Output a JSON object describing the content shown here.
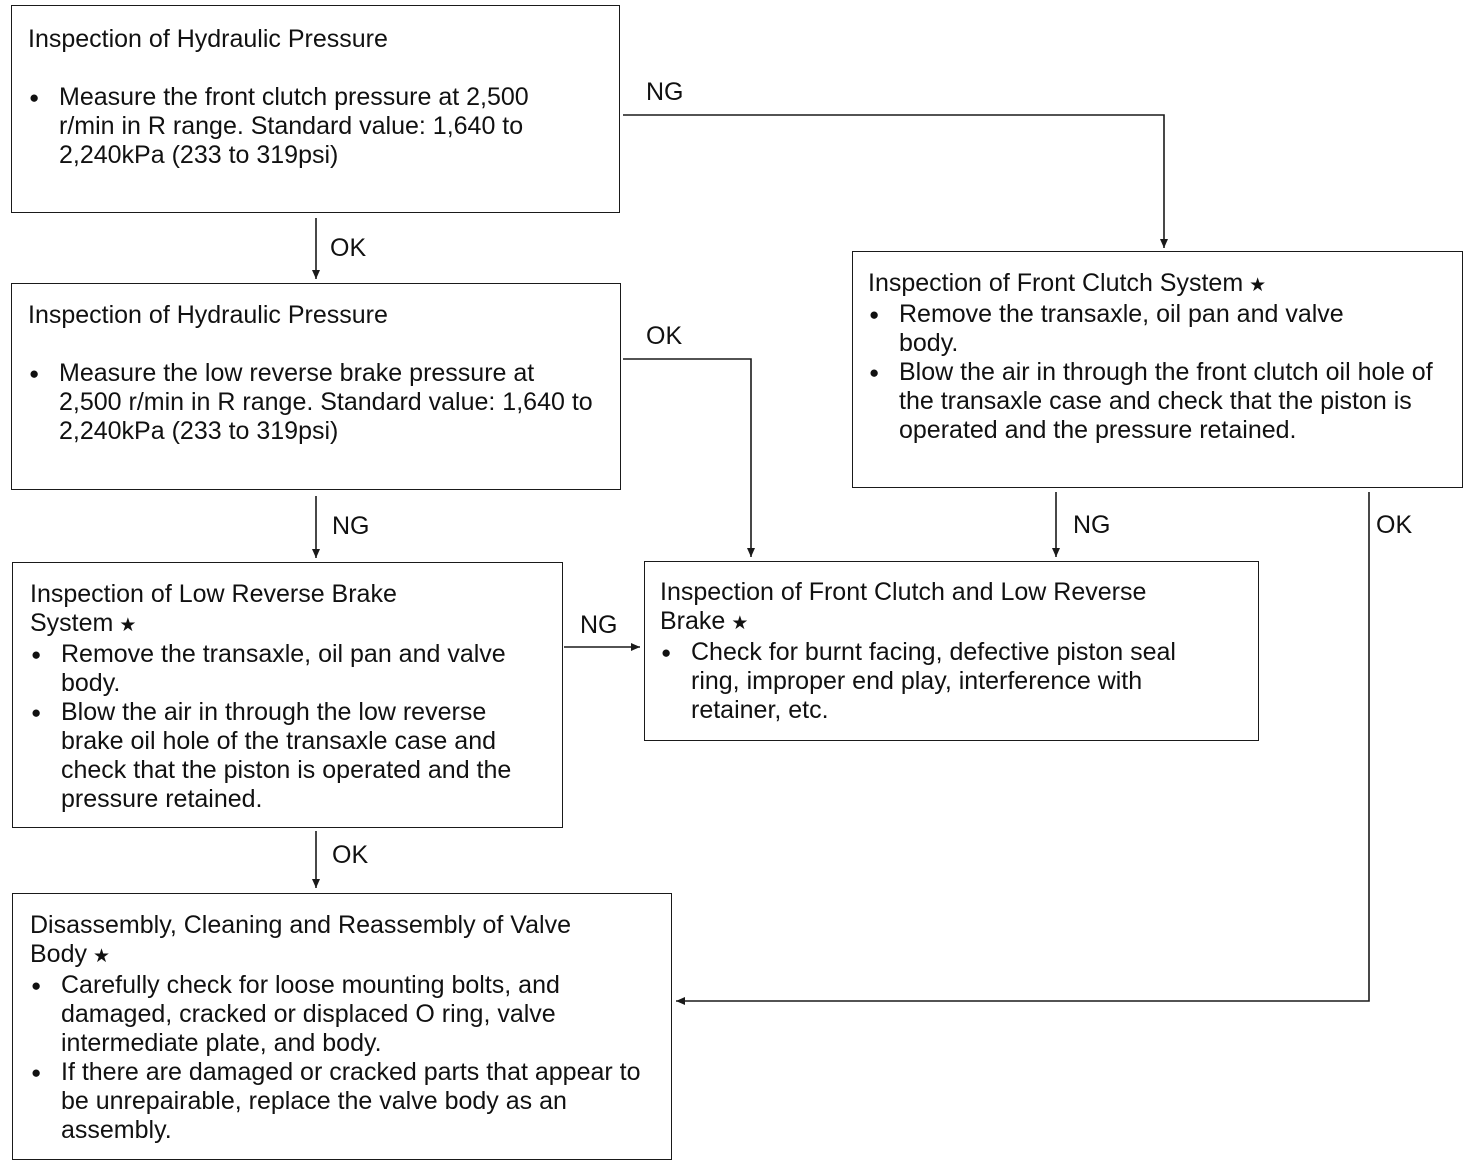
{
  "boxes": {
    "b1": {
      "title": "Inspection of Hydraulic Pressure",
      "items": [
        "Measure the front clutch pressure at 2,500 r/min in R range. Standard value: 1,640 to 2,240kPa (233 to 319psi)"
      ]
    },
    "b2": {
      "title": "Inspection of Hydraulic Pressure",
      "items": [
        "Measure the low reverse brake pressure at 2,500 r/min in R range. Standard value: 1,640 to 2,240kPa (233 to 319psi)"
      ]
    },
    "b3": {
      "title": "Inspection of Low Reverse Brake System",
      "star": "★",
      "items": [
        "Remove the transaxle, oil pan and valve body.",
        "Blow the air in through the low reverse brake oil hole of the transaxle case and check that the piston is operated and the pressure retained."
      ]
    },
    "b4": {
      "title": "Inspection of Front Clutch System",
      "star": "★",
      "items": [
        "Remove the transaxle, oil pan and valve body.",
        "Blow the air in through the front clutch oil hole of the transaxle case and check that the piston is operated and the pressure retained."
      ]
    },
    "b5": {
      "title": "Inspection of Front Clutch and Low Reverse Brake",
      "star": "★",
      "items": [
        "Check for burnt facing, defective piston seal ring, improper end play, interference with retainer, etc."
      ]
    },
    "b6": {
      "title": "Disassembly, Cleaning and Reassembly of Valve Body",
      "star": "★",
      "items": [
        "Carefully check for loose mounting bolts, and damaged, cracked or displaced O ring, valve intermediate plate, and body.",
        "If there are damaged or cracked parts that appear to be unrepairable, replace the valve body as an assembly."
      ]
    }
  },
  "labels": {
    "b1_ng": "NG",
    "b1_ok": "OK",
    "b2_ok": "OK",
    "b2_ng": "NG",
    "b3_ng": "NG",
    "b3_ok": "OK",
    "b4_ng": "NG",
    "b4_ok": "OK"
  }
}
